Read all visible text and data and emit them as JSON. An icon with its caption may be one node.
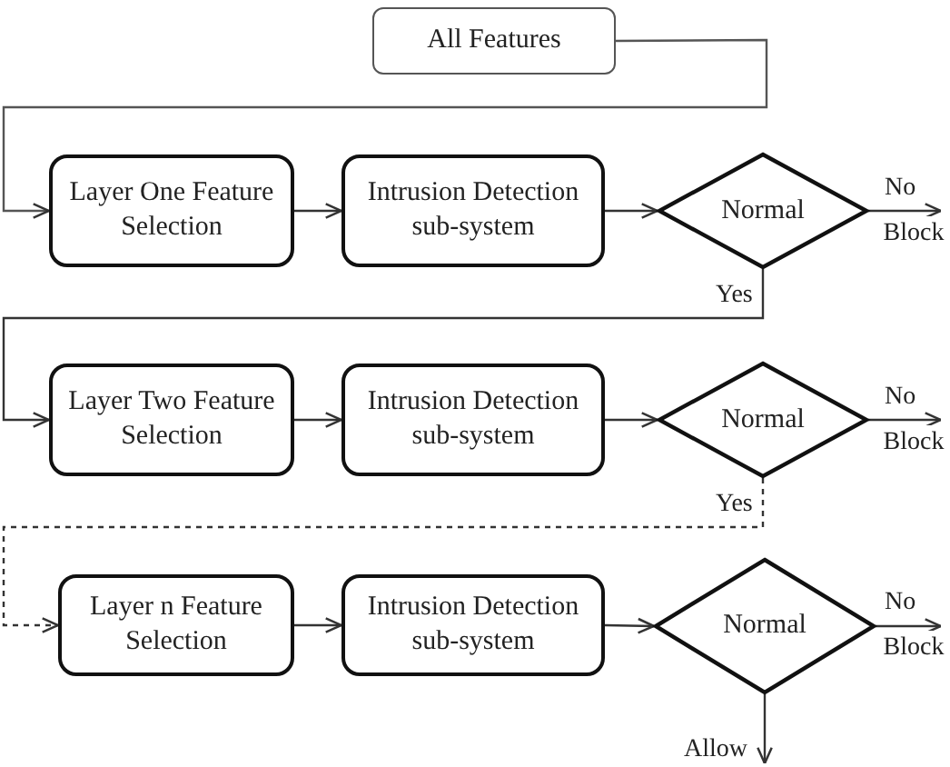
{
  "diagram": {
    "nodes": [
      {
        "text": [
          "All Features"
        ]
      },
      {
        "text": [
          "Layer One Feature Selection"
        ]
      },
      {
        "text": [
          "Intrusion Detection sub-system"
        ]
      },
      {
        "text": [
          "Normal"
        ]
      },
      {
        "text": [
          "Layer Two Feature Selection"
        ]
      },
      {
        "text": [
          "Intrusion Detection sub-system"
        ]
      },
      {
        "text": [
          "Normal"
        ]
      },
      {
        "text": [
          "Layer n Feature Selection"
        ]
      },
      {
        "text": [
          "Intrusion Detection sub-system"
        ]
      },
      {
        "text": [
          "Normal"
        ]
      },
      {
        "text": [
          "Block"
        ]
      },
      {
        "text": [
          "Block"
        ]
      },
      {
        "text": [
          "Block"
        ]
      },
      {
        "text": [
          "Allow"
        ]
      }
    ],
    "edges": [
      {
        "from": 0,
        "to": 1,
        "arrow": "to"
      },
      {
        "from": 1,
        "to": 2,
        "arrow": "to"
      },
      {
        "from": 2,
        "to": 3,
        "arrow": "to"
      },
      {
        "from": 3,
        "to": 10,
        "arrow": "to",
        "label": "No"
      },
      {
        "from": 3,
        "to": 4,
        "arrow": "to",
        "label": "Yes"
      },
      {
        "from": 4,
        "to": 5,
        "arrow": "to"
      },
      {
        "from": 5,
        "to": 6,
        "arrow": "to"
      },
      {
        "from": 6,
        "to": 11,
        "arrow": "to",
        "label": "No"
      },
      {
        "from": 6,
        "to": 7,
        "arrow": "to",
        "label": "Yes",
        "style": "dashed"
      },
      {
        "from": 7,
        "to": 8,
        "arrow": "to"
      },
      {
        "from": 8,
        "to": 9,
        "arrow": "to"
      },
      {
        "from": 9,
        "to": 12,
        "arrow": "to",
        "label": "No"
      },
      {
        "from": 9,
        "to": 13,
        "arrow": "to"
      }
    ]
  }
}
